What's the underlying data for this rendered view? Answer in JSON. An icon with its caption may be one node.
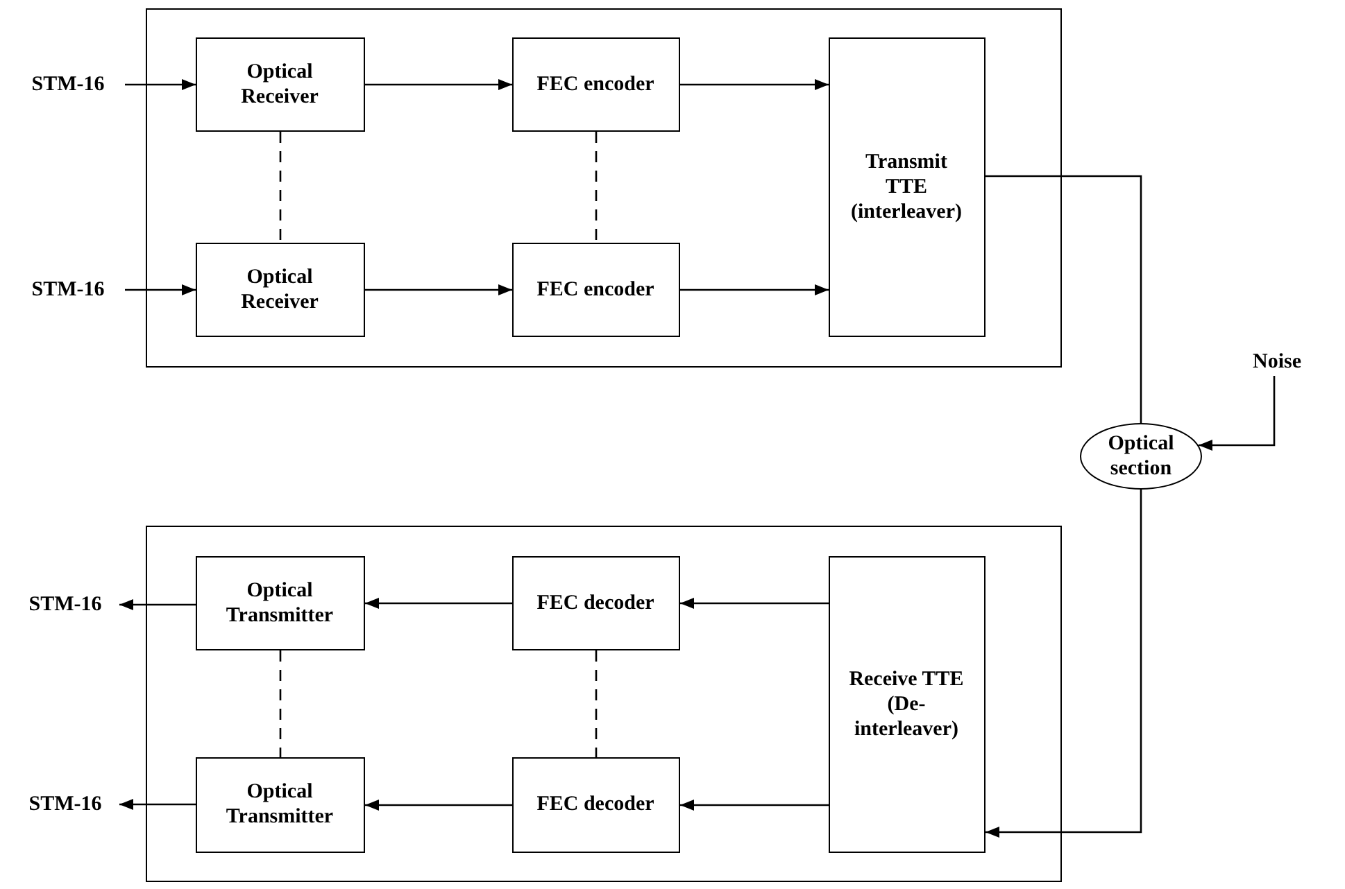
{
  "diagram": {
    "nodes": [
      {
        "text": [],
        "shape": "box"
      },
      {
        "text": [
          "STM-16"
        ]
      },
      {
        "text": [
          "Optical Receiver"
        ],
        "in": 0
      },
      {
        "text": [
          "FEC encoder"
        ],
        "in": 0
      },
      {
        "text": [
          "Transmit TTE (interleaver)"
        ],
        "in": 0
      },
      {
        "text": [
          "STM-16"
        ]
      },
      {
        "text": [
          "Optical Receiver"
        ],
        "in": 0
      },
      {
        "text": [
          "FEC encoder"
        ],
        "in": 0
      },
      {
        "text": [
          "Noise"
        ]
      },
      {
        "text": [
          "Optical section"
        ]
      },
      {
        "text": [],
        "shape": "box"
      },
      {
        "text": [
          "STM-16"
        ]
      },
      {
        "text": [
          "Optical Transmitter"
        ],
        "in": 10
      },
      {
        "text": [
          "FEC decoder"
        ],
        "in": 10
      },
      {
        "text": [
          "Receive TTE (De-interleaver)"
        ],
        "in": 10
      },
      {
        "text": [
          "STM-16"
        ]
      },
      {
        "text": [
          "Optical Transmitter"
        ],
        "in": 10
      },
      {
        "text": [
          "FEC decoder"
        ],
        "in": 10
      }
    ],
    "edges": [
      {
        "from": 1,
        "to": 2,
        "arrow": "to"
      },
      {
        "from": 2,
        "to": 3,
        "arrow": "to"
      },
      {
        "from": 3,
        "to": 4,
        "arrow": "to"
      },
      {
        "from": 5,
        "to": 6,
        "arrow": "to"
      },
      {
        "from": 6,
        "to": 7,
        "arrow": "to"
      },
      {
        "from": 7,
        "to": 4,
        "arrow": "to"
      },
      {
        "from": 2,
        "to": 6,
        "arrow": "none",
        "style": "dashed"
      },
      {
        "from": 3,
        "to": 7,
        "arrow": "none",
        "style": "dashed"
      },
      {
        "from": 4,
        "to": 9,
        "arrow": "none"
      },
      {
        "from": 8,
        "to": 9,
        "arrow": "to"
      },
      {
        "from": 9,
        "to": 14,
        "arrow": "to"
      },
      {
        "from": 14,
        "to": 13,
        "arrow": "to"
      },
      {
        "from": 13,
        "to": 12,
        "arrow": "to"
      },
      {
        "from": 12,
        "to": 11,
        "arrow": "to"
      },
      {
        "from": 14,
        "to": 17,
        "arrow": "to"
      },
      {
        "from": 17,
        "to": 16,
        "arrow": "to"
      },
      {
        "from": 16,
        "to": 15,
        "arrow": "to"
      },
      {
        "from": 12,
        "to": 16,
        "arrow": "none",
        "style": "dashed"
      },
      {
        "from": 13,
        "to": 17,
        "arrow": "none",
        "style": "dashed"
      }
    ]
  }
}
